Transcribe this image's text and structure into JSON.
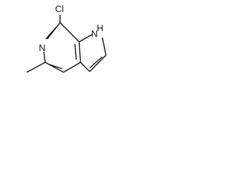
{
  "molecule": {
    "atoms": {
      "chlorine": "Cl",
      "pyridine_nitrogen": "N",
      "pyrrole_nitrogen": "H\nN"
    },
    "labels": {
      "cl": "Cl",
      "n_ring": "N",
      "nh_h": "H",
      "nh_n": "N"
    },
    "colors": {
      "bond": "#111111",
      "text": "#111111",
      "background": "#ffffff"
    }
  }
}
